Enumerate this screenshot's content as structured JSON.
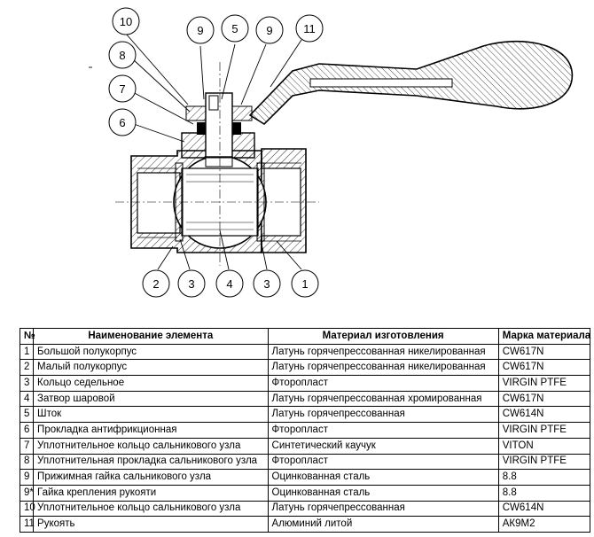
{
  "callouts": {
    "top": [
      "10",
      "9",
      "5",
      "9",
      "11"
    ],
    "left": [
      "8",
      "7",
      "6"
    ],
    "bottom": [
      "2",
      "3",
      "4",
      "3",
      "1"
    ]
  },
  "table": {
    "headers": [
      "№",
      "Наименование элемента",
      "Материал изготовления",
      "Марка материала"
    ],
    "rows": [
      [
        "1",
        "Большой полукорпус",
        "Латунь горячепрессованная никелированная",
        "CW617N"
      ],
      [
        "2",
        "Малый полукорпус",
        "Латунь горячепрессованная никелированная",
        "CW617N"
      ],
      [
        "3",
        "Кольцо седельное",
        "Фторопласт",
        "VIRGIN PTFE"
      ],
      [
        "4",
        "Затвор шаровой",
        "Латунь горячепрессованная хромированная",
        "CW617N"
      ],
      [
        "5",
        "Шток",
        "Латунь горячепрессованная",
        "CW614N"
      ],
      [
        "6",
        "Прокладка антифрикционная",
        "Фторопласт",
        "VIRGIN PTFE"
      ],
      [
        "7",
        "Уплотнительное кольцо сальникового узла",
        "Синтетический каучук",
        "VITON"
      ],
      [
        "8",
        "Уплотнительная прокладка сальникового узла",
        "Фторопласт",
        "VIRGIN PTFE"
      ],
      [
        "9",
        "Прижимная гайка сальникового узла",
        "Оцинкованная сталь",
        "8.8"
      ],
      [
        "9*",
        "Гайка крепления рукояти",
        "Оцинкованная сталь",
        "8.8"
      ],
      [
        "10",
        "Уплотнительное кольцо сальникового узла",
        "Латунь горячепрессованная",
        "CW614N"
      ],
      [
        "11",
        "Рукоять",
        "Алюминий литой",
        "АК9М2"
      ]
    ]
  }
}
